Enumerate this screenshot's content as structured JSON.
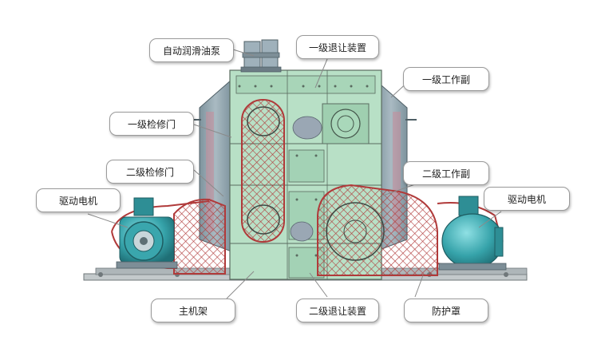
{
  "labels": {
    "lube_pump": "自动润滑油泵",
    "stage1_retreat": "一级退让装置",
    "stage1_work_plate": "一级工作副",
    "stage1_access_door": "一级检修门",
    "stage2_access_door": "二级检修门",
    "stage2_work_plate": "二级工作副",
    "drive_motor_left": "驱动电机",
    "drive_motor_right": "驱动电机",
    "main_frame": "主机架",
    "stage2_retreat": "二级退让装置",
    "guard_cover": "防护罩"
  },
  "colors": {
    "housing_green": "#b8e0c6",
    "housing_outline": "#5a6b60",
    "side_panel_steel": "#8fa3ad",
    "motor_teal": "#3aa6ad",
    "guard_mesh_red": "#b03a3a",
    "leader_line": "#8a8a8a",
    "base_plate": "#9aa3a6"
  }
}
